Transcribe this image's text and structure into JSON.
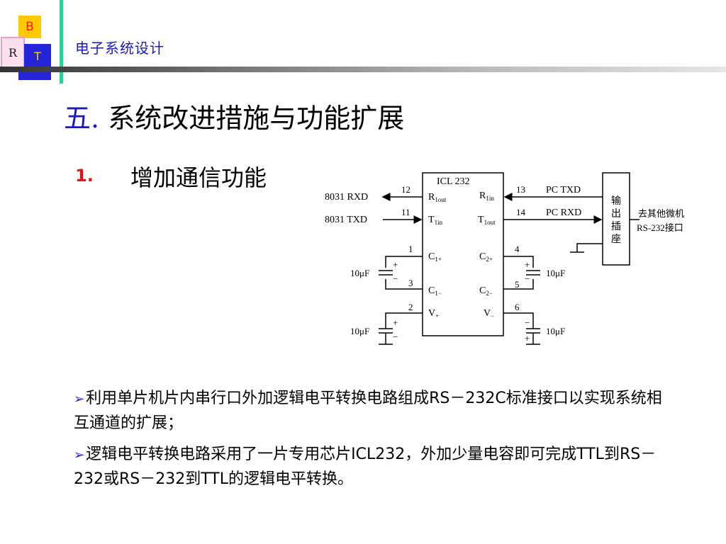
{
  "logo": {
    "b": "B",
    "r": "R",
    "t": "T"
  },
  "header": {
    "title": "电子系统设计"
  },
  "title": {
    "num": "五.",
    "text": "系统改进措施与功能扩展"
  },
  "section": {
    "num": "1.",
    "text": "增加通信功能"
  },
  "diagram": {
    "chip": "ICL 232",
    "left_labels": [
      "8031  RXD",
      "8031  TXD"
    ],
    "right_labels": [
      "PC  TXD",
      "PC  RXD"
    ],
    "pins": [
      "12",
      "11",
      "13",
      "14",
      "1",
      "3",
      "2",
      "4",
      "5",
      "6"
    ],
    "cap": "10μF",
    "connector": [
      "输",
      "出",
      "插",
      "座"
    ],
    "note": [
      "去其他微机",
      "RS-232接口"
    ]
  },
  "bullets": [
    "利用单片机片内串行口外加逻辑电平转换电路组成RS－232C标准接口以实现系统相互通道的扩展；",
    "逻辑电平转换电路采用了一片专用芯片ICL232，外加少量电容即可完成TTL到RS－232或RS－232到TTL的逻辑电平转换。"
  ]
}
